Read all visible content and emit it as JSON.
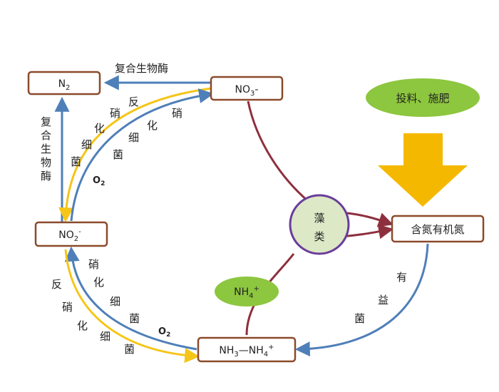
{
  "colors": {
    "box_border": "#8B4A2B",
    "blue": "#4F7FB8",
    "yellow": "#F5C518",
    "maroon": "#8E2F3E",
    "green": "#8DC63F",
    "algae_fill": "#DCE8C6",
    "algae_border": "#6A3D9A",
    "arrow_fill": "#F5B800"
  },
  "nodes": {
    "n2": {
      "main": "N",
      "sub": "2"
    },
    "no3": {
      "main": "NO",
      "sub": "3",
      "suffix": "-"
    },
    "no2": {
      "main": "NO",
      "sub": "2",
      "sup": "-"
    },
    "nh3_nh4": {
      "a": "NH",
      "a_sub": "3",
      "dash": "—",
      "b": "NH",
      "b_sub": "4",
      "b_sup": "+"
    },
    "organic_n": "含氮有机氮",
    "algae": [
      "藻",
      "类"
    ],
    "nh4": {
      "main": "NH",
      "sub": "4",
      "sup": "+"
    },
    "feed": "投料、施肥"
  },
  "labels": {
    "enzyme_top": "复合生物酶",
    "enzyme_left": [
      "复",
      "合",
      "生",
      "物",
      "酶"
    ],
    "denitrify_top": [
      "反",
      "硝",
      "化",
      "细",
      "菌"
    ],
    "nitrify_top": [
      "硝",
      "化",
      "细",
      "菌"
    ],
    "o2_top": {
      "main": "O",
      "sub": "2"
    },
    "nitrify_bottom": [
      "硝",
      "化",
      "细",
      "菌"
    ],
    "denitrify_bottom": [
      "反",
      "硝",
      "化",
      "细",
      "菌"
    ],
    "o2_bottom": {
      "main": "O",
      "sub": "2"
    },
    "beneficial": [
      "有",
      "益",
      "菌"
    ]
  }
}
